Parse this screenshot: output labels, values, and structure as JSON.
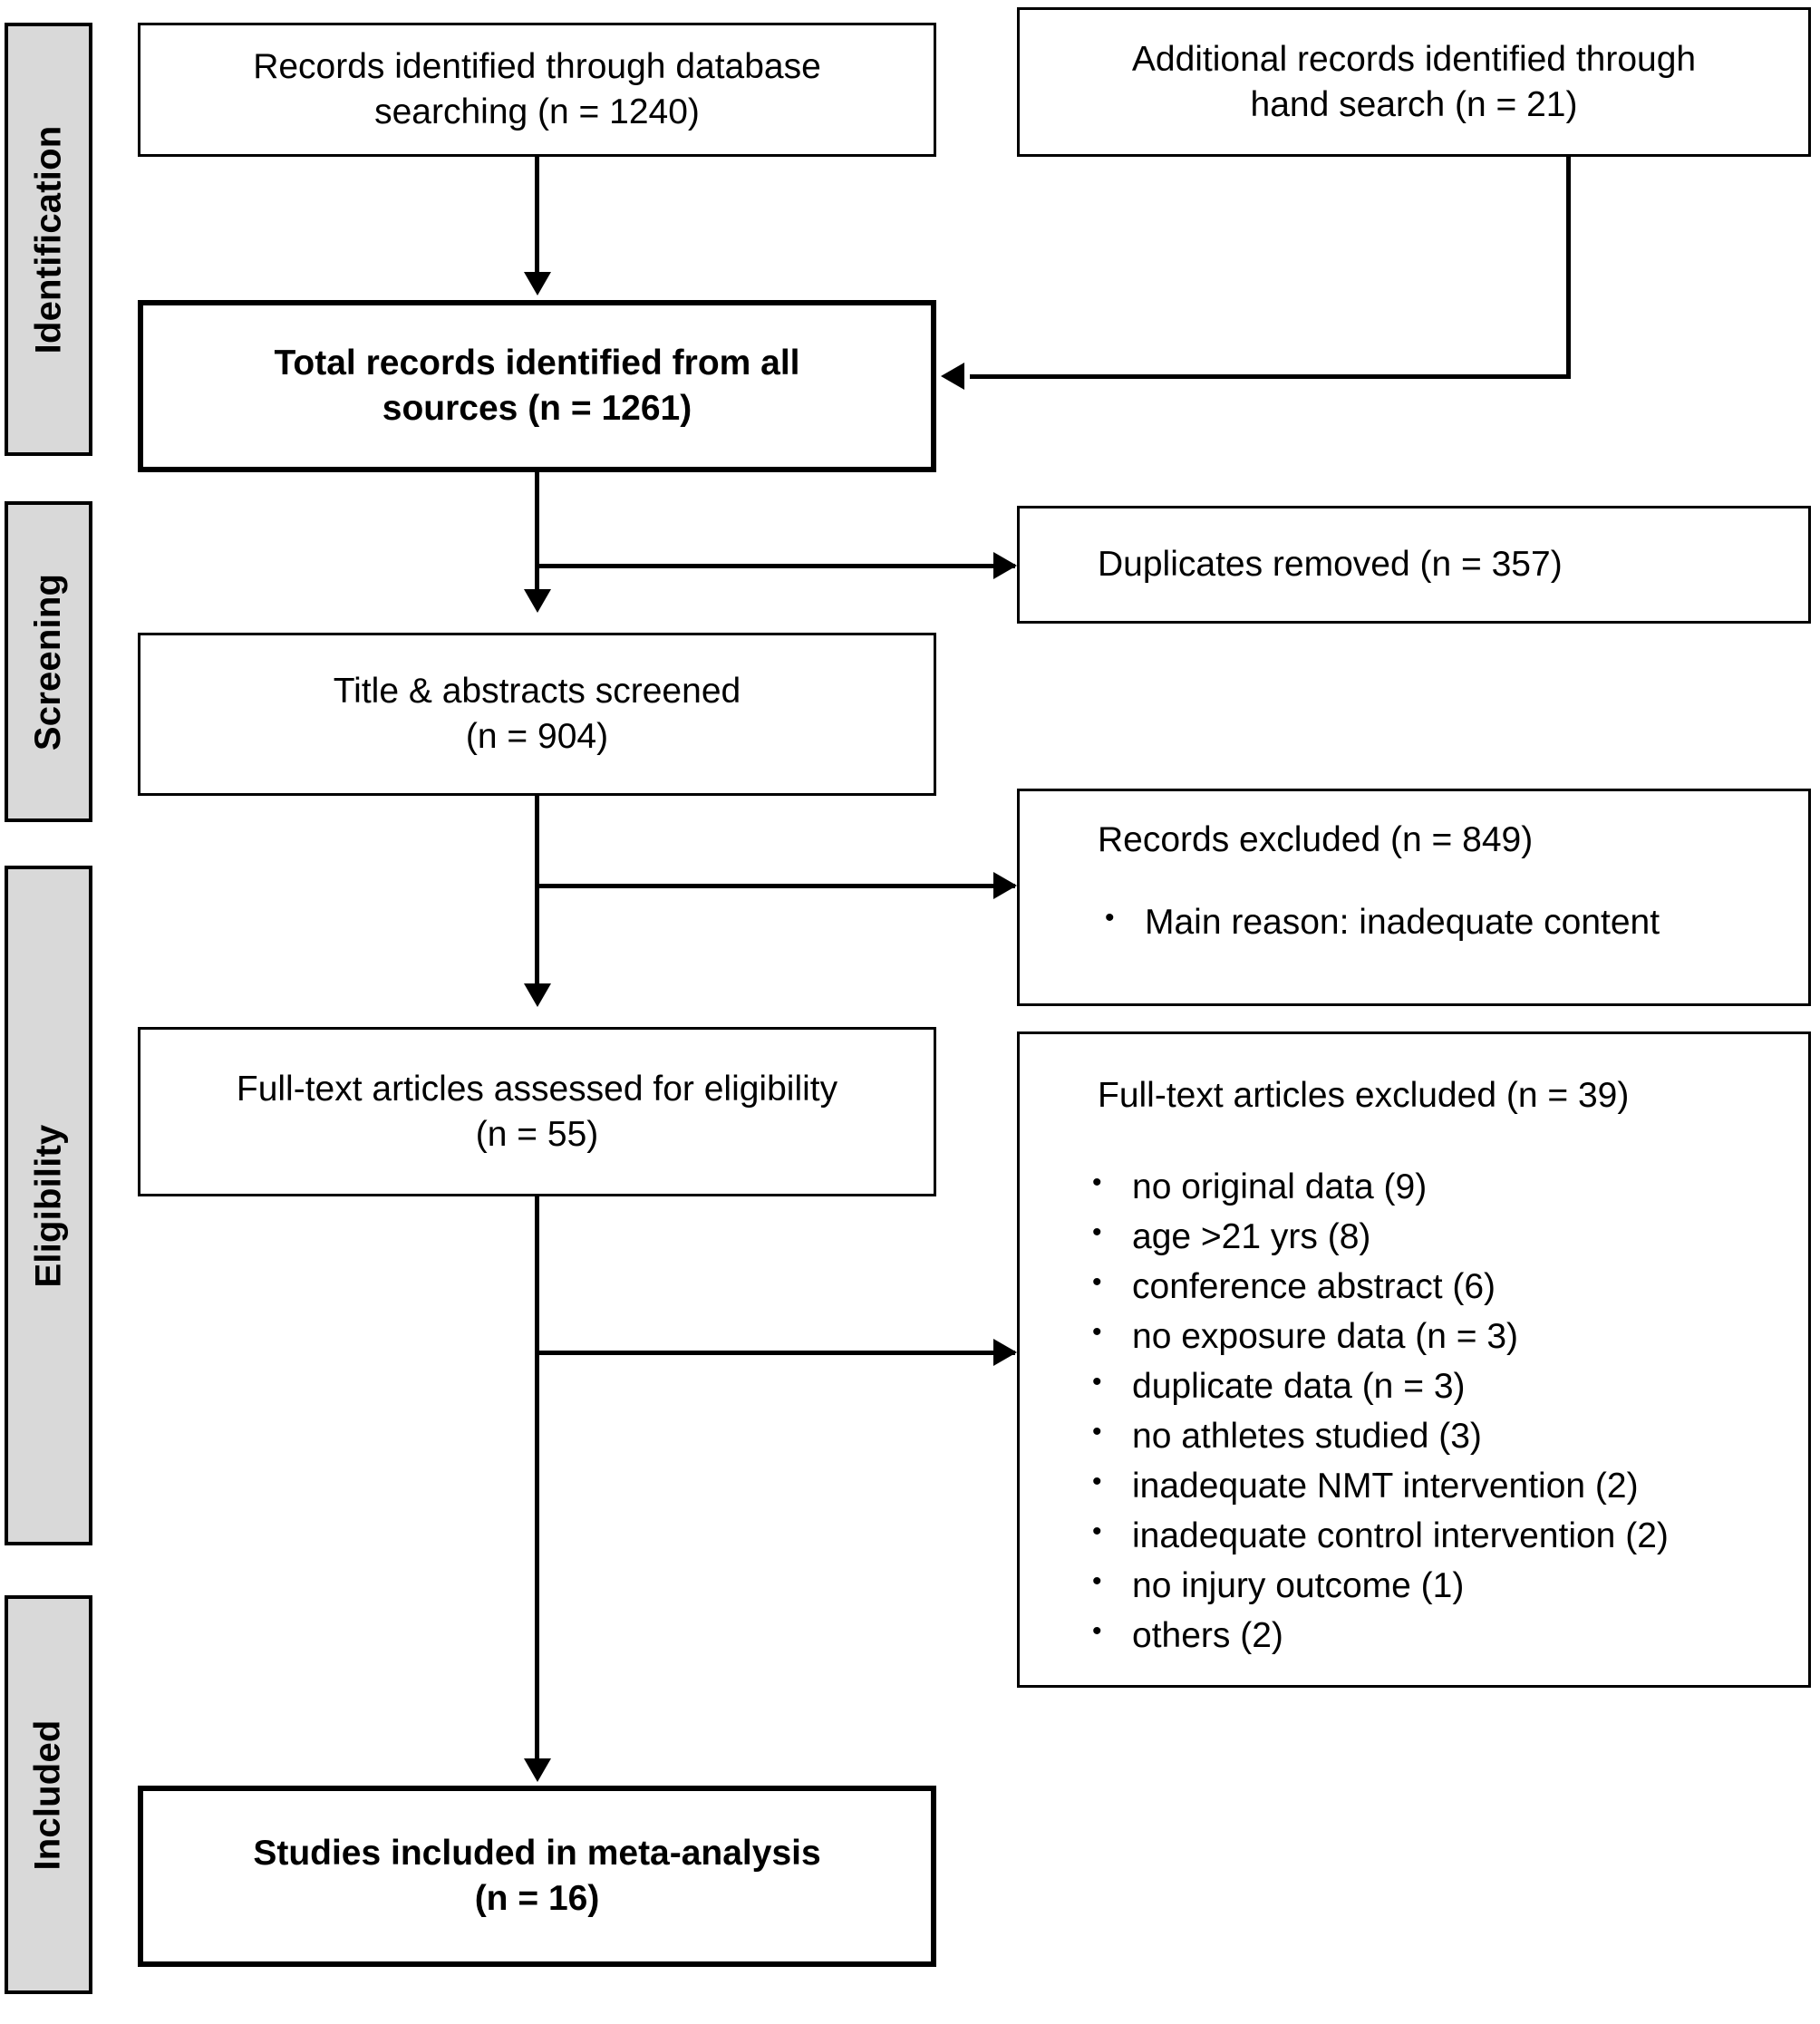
{
  "diagram": {
    "type": "prisma-flow-diagram",
    "phases": [
      {
        "id": "identification",
        "label": "Identification"
      },
      {
        "id": "screening",
        "label": "Screening"
      },
      {
        "id": "eligibility",
        "label": "Eligibility"
      },
      {
        "id": "included",
        "label": "Included"
      }
    ],
    "nodes": {
      "database_search": {
        "line1": "Records identified through database",
        "line2": "searching (n =  1240)",
        "n": 1240,
        "bold": false
      },
      "hand_search": {
        "line1": "Additional records identified through",
        "line2": "hand search (n =  21)",
        "n": 21,
        "bold": false
      },
      "total_records": {
        "line1": "Total records identified from all",
        "line2": "sources (n = 1261)",
        "n": 1261,
        "bold": true
      },
      "duplicates_removed": {
        "line1": "Duplicates removed (n =  357)",
        "n": 357,
        "bold": false
      },
      "titles_screened": {
        "line1": "Title & abstracts screened",
        "line2": "(n =  904)",
        "n": 904,
        "bold": false
      },
      "records_excluded": {
        "heading": "Records excluded (n = 849)",
        "n": 849,
        "bullets": [
          "Main reason: inadequate content"
        ]
      },
      "fulltext_assessed": {
        "line1": "Full-text articles assessed for eligibility",
        "line2": "(n =  55)",
        "n": 55,
        "bold": false
      },
      "fulltext_excluded": {
        "heading": "Full-text articles excluded (n =  39)",
        "n": 39,
        "bullets": [
          "no original data (9)",
          "age >21 yrs (8)",
          "conference abstract (6)",
          "no exposure data (n = 3)",
          "duplicate data (n =  3)",
          "no athletes studied (3)",
          "inadequate NMT intervention (2)",
          "inadequate control intervention (2)",
          "no injury outcome (1)",
          "others (2)"
        ]
      },
      "included_studies": {
        "line1": "Studies included in meta-analysis",
        "line2": "(n = 16)",
        "n": 16,
        "bold": true
      }
    },
    "colors": {
      "phase_bar_fill": "#d9d9d9",
      "stroke": "#000000",
      "node_fill": "#ffffff"
    }
  }
}
